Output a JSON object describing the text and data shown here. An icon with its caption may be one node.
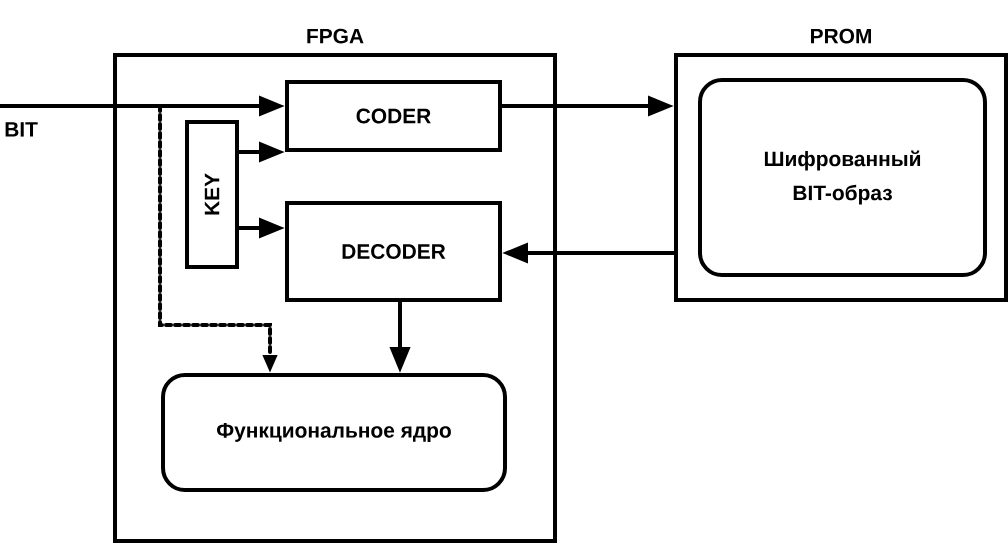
{
  "diagram": {
    "nodes": [
      {
        "text": [
          "FPGA"
        ]
      },
      {
        "text": [
          "CODER"
        ],
        "in": 0
      },
      {
        "text": [
          "KEY"
        ],
        "in": 0
      },
      {
        "text": [
          "DECODER"
        ],
        "in": 0
      },
      {
        "text": [
          "Функциональное ядро"
        ],
        "in": 0
      },
      {
        "text": [
          "PROM"
        ]
      },
      {
        "text": [
          "Шифрованный BIT-образ"
        ],
        "in": 5
      }
    ],
    "edges": [
      {
        "from": null,
        "to": 1,
        "arrow": "to",
        "label": "BIT"
      },
      {
        "from": 2,
        "to": 1,
        "arrow": "to"
      },
      {
        "from": 2,
        "to": 3,
        "arrow": "to"
      },
      {
        "from": 1,
        "to": 5,
        "arrow": "to"
      },
      {
        "from": 5,
        "to": 3,
        "arrow": "to"
      },
      {
        "from": 3,
        "to": 4,
        "arrow": "to"
      },
      {
        "from": null,
        "to": 4,
        "arrow": "to",
        "style": "dashed"
      }
    ]
  }
}
